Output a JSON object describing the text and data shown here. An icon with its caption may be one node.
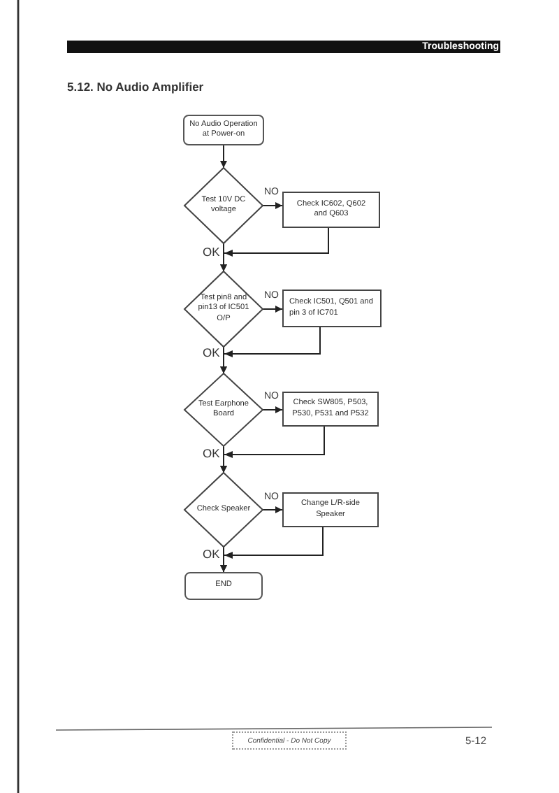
{
  "diagram": {
    "title": "5.12. No Audio Amplifier",
    "nodes": [
      {
        "text": [
          "No Audio Operation at Power-on"
        ]
      },
      {
        "text": [
          "Test 10V DC voltage"
        ]
      },
      {
        "text": [
          "Check IC602, Q602 and Q603"
        ]
      },
      {
        "text": [
          "Test pin8 and pin13 of IC501 O/P"
        ]
      },
      {
        "text": [
          "Check IC501, Q501 and pin 3 of IC701"
        ]
      },
      {
        "text": [
          "Test Earphone Board"
        ]
      },
      {
        "text": [
          "Check SW805, P503, P530, P531 and P532"
        ]
      },
      {
        "text": [
          "Check Speaker"
        ]
      },
      {
        "text": [
          "Change L/R-side Speaker"
        ]
      },
      {
        "text": [
          "END"
        ]
      }
    ],
    "edges": [
      {
        "from": 0,
        "to": 1,
        "arrow": "to"
      },
      {
        "from": 1,
        "to": 2,
        "arrow": "to",
        "label": "NO"
      },
      {
        "from": 1,
        "to": 3,
        "arrow": "to",
        "label": "OK"
      },
      {
        "from": 2,
        "to": 3,
        "arrow": "to"
      },
      {
        "from": 3,
        "to": 4,
        "arrow": "to",
        "label": "NO"
      },
      {
        "from": 3,
        "to": 5,
        "arrow": "to",
        "label": "OK"
      },
      {
        "from": 4,
        "to": 5,
        "arrow": "to"
      },
      {
        "from": 5,
        "to": 6,
        "arrow": "to",
        "label": "NO"
      },
      {
        "from": 5,
        "to": 7,
        "arrow": "to",
        "label": "OK"
      },
      {
        "from": 6,
        "to": 7,
        "arrow": "to"
      },
      {
        "from": 7,
        "to": 8,
        "arrow": "to",
        "label": "NO"
      },
      {
        "from": 7,
        "to": 9,
        "arrow": "to",
        "label": "OK"
      },
      {
        "from": 8,
        "to": 9,
        "arrow": "to"
      }
    ],
    "labels": [
      "Troubleshooting",
      "Confidential - Do Not Copy",
      "5-12"
    ]
  }
}
